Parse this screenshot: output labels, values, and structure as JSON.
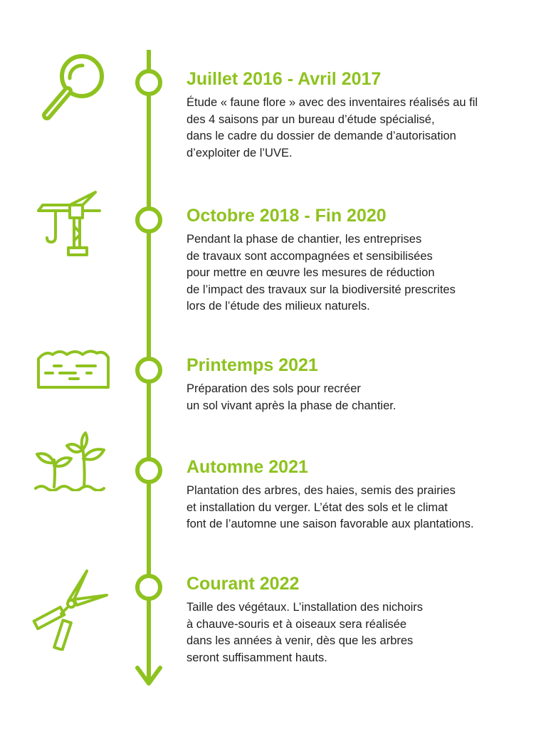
{
  "colors": {
    "accent": "#8ec21f",
    "text": "#1f1f1f",
    "background": "#ffffff"
  },
  "timeline": [
    {
      "icon": "magnifier-icon",
      "title": "Juillet 2016 - Avril 2017",
      "description": "Étude « faune flore » avec des inventaires réalisés au fil\ndes 4 saisons par un bureau d’étude spécialisé,\ndans le cadre du dossier de demande d’autorisation\nd’exploiter de l’UVE."
    },
    {
      "icon": "construction-crane-icon",
      "title": "Octobre 2018 - Fin 2020",
      "description": "Pendant la phase de chantier, les entreprises\nde travaux sont accompagnées et sensibilisées\npour mettre en œuvre les mesures de réduction\nde l’impact des travaux sur la biodiversité prescrites\nlors de l’étude des milieux naturels."
    },
    {
      "icon": "soil-layers-icon",
      "title": "Printemps 2021",
      "description": "Préparation des sols pour recréer\nun sol vivant après la phase de chantier."
    },
    {
      "icon": "seedlings-icon",
      "title": "Automne 2021",
      "description": "Plantation des arbres, des haies, semis des prairies\net installation du verger. L’état des sols et le climat\nfont de l’automne une saison favorable aux plantations."
    },
    {
      "icon": "pruning-shears-icon",
      "title": "Courant 2022",
      "description": "Taille des végétaux. L’installation des nichoirs\nà chauve-souris et à oiseaux sera réalisée\ndans les années à venir, dès que les arbres\nseront suffisamment hauts."
    }
  ]
}
